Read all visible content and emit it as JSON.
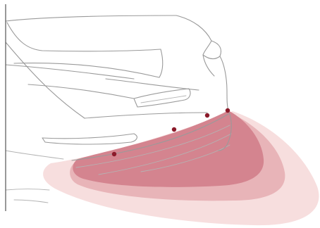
{
  "diagram": {
    "colors": {
      "outline": "#9a9a9a",
      "zone_outer": "#f7dede",
      "zone_middle": "#e8b4b8",
      "zone_inner": "#d4848f",
      "sensor": "#8b1a2a",
      "ground_line": "#555555"
    },
    "sensors": [
      {
        "name": "sensor-1"
      },
      {
        "name": "sensor-2"
      },
      {
        "name": "sensor-3"
      },
      {
        "name": "sensor-4"
      }
    ],
    "zones": [
      {
        "name": "far-detection-zone"
      },
      {
        "name": "mid-detection-zone"
      },
      {
        "name": "near-detection-zone"
      }
    ]
  }
}
